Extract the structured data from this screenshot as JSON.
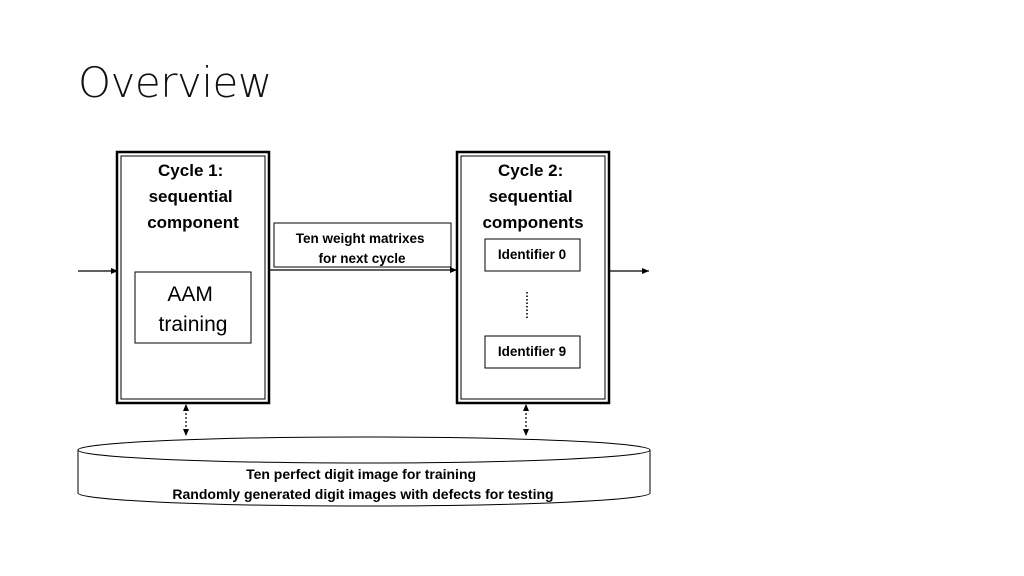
{
  "slide": {
    "title": "Overview"
  },
  "diagram": {
    "cycle1": {
      "title_lines": [
        "Cycle 1:",
        "sequential",
        "component"
      ],
      "inner_lines": [
        "AAM",
        "training"
      ]
    },
    "cycle2": {
      "title_lines": [
        "Cycle 2:",
        "sequential",
        "components"
      ],
      "identifier_first": "Identifier 0",
      "identifier_last": "Identifier 9"
    },
    "connector": {
      "label_lines": [
        "Ten weight matrixes",
        "for next cycle"
      ]
    },
    "database": {
      "lines": [
        "Ten perfect digit image for training",
        "Randomly generated digit images with defects for testing"
      ]
    }
  }
}
